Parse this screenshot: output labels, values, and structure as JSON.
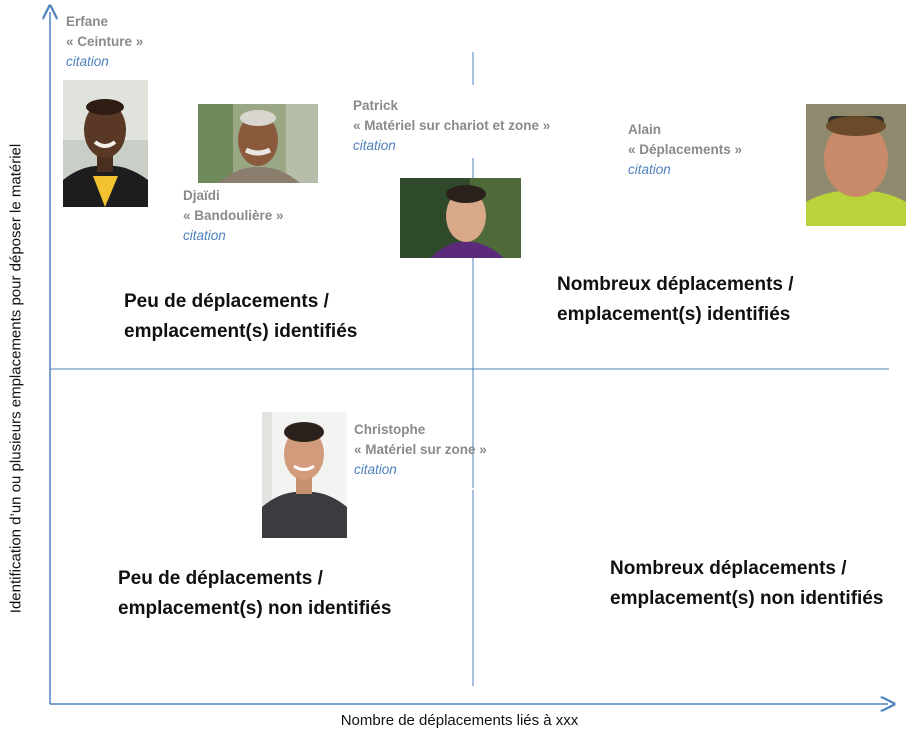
{
  "axes": {
    "x_label": "Nombre de déplacements liés à xxx",
    "y_label": "Identification d’un ou plusieurs emplacements pour déposer le matériel"
  },
  "quadrants": {
    "top_left": [
      "Peu de déplacements /",
      "emplacement(s) identifiés"
    ],
    "top_right": [
      "Nombreux déplacements /",
      "emplacement(s) identifiés"
    ],
    "bottom_left": [
      "Peu de déplacements /",
      "emplacement(s) non identifiés"
    ],
    "bottom_right": [
      "Nombreux déplacements /",
      "emplacement(s) non identifiés"
    ]
  },
  "personas": [
    {
      "name": "Erfane",
      "quote": "« Ceinture »",
      "cite": "citation",
      "photo": "erfane-photo"
    },
    {
      "name": "Djaïdi",
      "quote": "« Bandoulière »",
      "cite": "citation",
      "photo": "djaidi-photo"
    },
    {
      "name": "Patrick",
      "quote": "« Matériel sur chariot et zone »",
      "cite": "citation",
      "photo": "patrick-photo"
    },
    {
      "name": "Alain",
      "quote": "« Déplacements »",
      "cite": "citation",
      "photo": "alain-photo"
    },
    {
      "name": "Christophe",
      "quote": "« Matériel sur zone »",
      "cite": "citation",
      "photo": "christophe-photo"
    }
  ],
  "colors": {
    "axis": "#4f81bd",
    "name": "#8a8a8a",
    "citation": "#4f81bd"
  }
}
